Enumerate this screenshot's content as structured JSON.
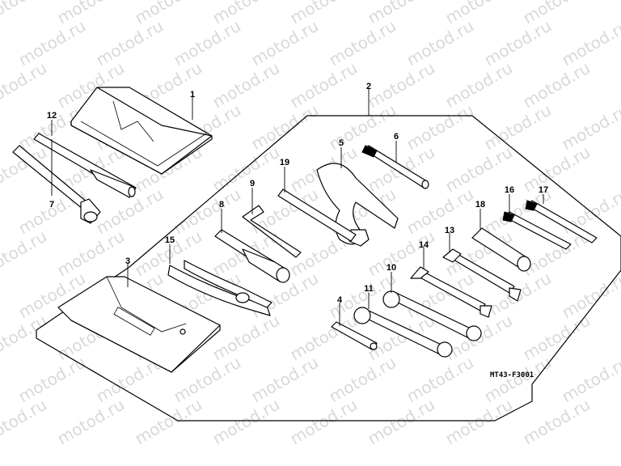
{
  "watermark": "motod.ru",
  "diagram_code": "MT43-F3001",
  "callouts": {
    "c1": "1",
    "c2": "2",
    "c3": "3",
    "c4": "4",
    "c5": "5",
    "c6": "6",
    "c7": "7",
    "c8": "8",
    "c9": "9",
    "c10": "10",
    "c11": "11",
    "c12": "12",
    "c13": "13",
    "c14": "14",
    "c15": "15",
    "c16": "16",
    "c17": "17",
    "c18": "18",
    "c19": "19"
  },
  "parts": {
    "part1": "tool bag",
    "part2": "tool set outline",
    "part3": "tool pouch",
    "part4": "wrench",
    "part5": "pin spanner",
    "part6": "extension bar",
    "part7": "box wrench",
    "part8": "spark plug wrench",
    "part9": "hex wrench",
    "part10": "combination wrench",
    "part11": "combination wrench",
    "part12": "handle bar",
    "part13": "open end wrench",
    "part14": "open end wrench",
    "part15": "pliers",
    "part16": "screwdriver",
    "part17": "screwdriver",
    "part18": "socket",
    "part19": "bar"
  }
}
